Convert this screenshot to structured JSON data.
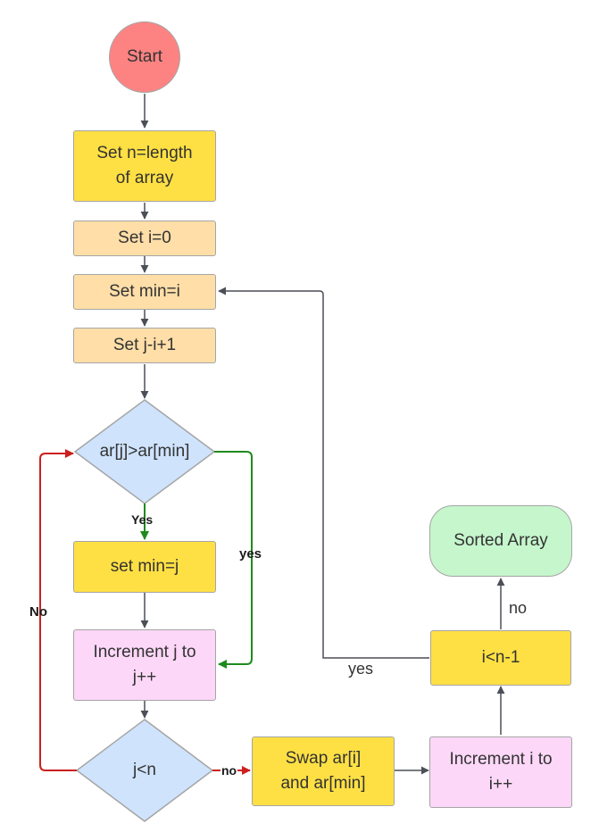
{
  "nodes": {
    "start": "Start",
    "set_n": "Set n=length\nof array",
    "set_i": "Set i=0",
    "set_min_i": "Set min=i",
    "set_j": "Set j-i+1",
    "compare": "ar[j]>ar[min]",
    "set_min_j": "set min=j",
    "increment_j": "Increment j to\nj++",
    "check_j": "j<n",
    "swap": "Swap ar[i]\nand ar[min]",
    "increment_i": "Increment i to\ni++",
    "check_i": "i<n-1",
    "sorted": "Sorted Array"
  },
  "edge_labels": {
    "compare_yes_down": "Yes",
    "compare_yes_right": "yes",
    "check_j_no_loop": "No",
    "check_j_no_right": "no",
    "check_i_no": "no",
    "check_i_yes": "yes"
  },
  "colors": {
    "start": "#fd8383",
    "process_yellow": "#ffe044",
    "process_peach": "#ffdea8",
    "process_pink": "#fcd7f7",
    "decision": "#cfe3fd",
    "terminal_green": "#c6f6cc",
    "edge_default": "#4b4f57",
    "edge_yes": "#1e8a1e",
    "edge_no": "#cc1f1f"
  }
}
